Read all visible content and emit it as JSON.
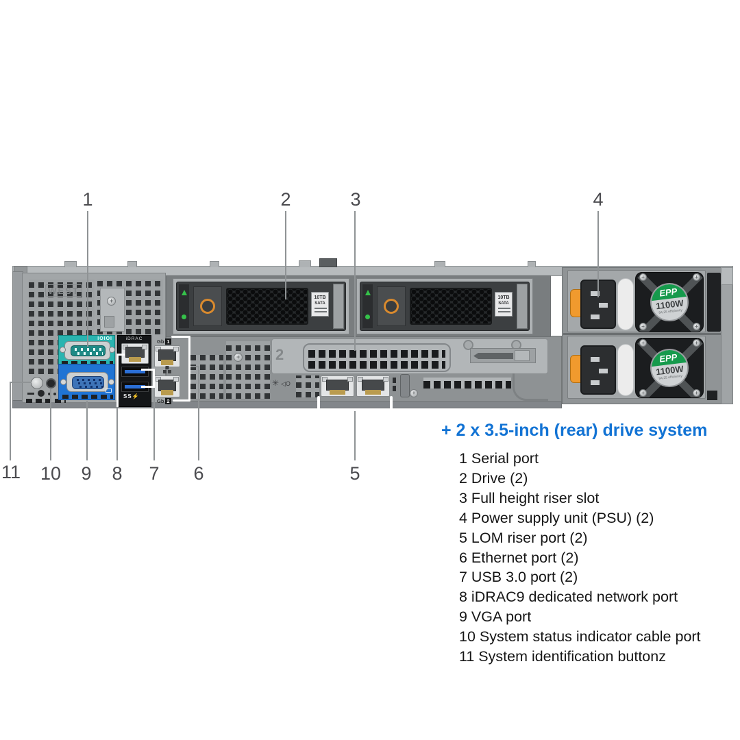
{
  "caption": {
    "title": "+ 2 x 3.5-inch (rear) drive system",
    "title_color": "#1273d4",
    "items": [
      "1 Serial port",
      "2 Drive (2)",
      "3 Full height riser slot",
      "4 Power supply unit (PSU) (2)",
      "5 LOM riser port (2)",
      "6 Ethernet port (2)",
      "7 USB 3.0 port (2)",
      "8 iDRAC9 dedicated network port",
      "9 VGA port",
      "10 System status indicator cable port",
      "11 System identification buttonz"
    ]
  },
  "callouts": {
    "top": [
      "1",
      "2",
      "3",
      "4"
    ],
    "bottom": [
      "5",
      "6",
      "7",
      "8",
      "9",
      "10",
      "11"
    ]
  },
  "server": {
    "emboss_label": "WEST",
    "serial_badge": "IOIOI",
    "idrac_label": "iDRAC",
    "nic_label": "Gb",
    "nic1_num": "1",
    "nic2_num": "2",
    "usb3_logo": "SS⚡",
    "riser_emboss": "2",
    "drive_sticker": {
      "line1": "10TB",
      "line2": "SATA"
    },
    "psu": {
      "badge_top": "EPP",
      "badge_watt": "1100W",
      "badge_eff": "94.25 efficiency"
    },
    "icons": {
      "lom_left": "✳",
      "lom_right": "◁O"
    },
    "colors": {
      "serial_teal": "#2ab4b0",
      "vga_blue": "#2074d4",
      "usb_blue": "#2b6fd6",
      "drive_led_green": "#35c24a",
      "psu_clip_orange": "#f09a2e",
      "drive_button_orange": "#d98a2e",
      "epp_green": "#169a4c",
      "title_blue": "#1273d4",
      "callout_line_gray": "#8f9395"
    }
  }
}
